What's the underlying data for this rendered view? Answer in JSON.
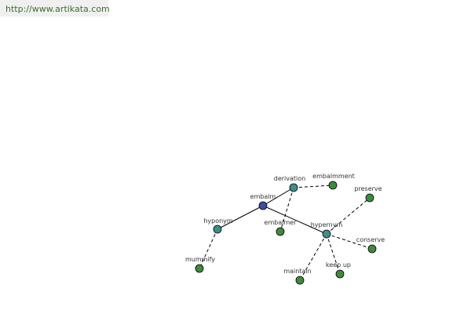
{
  "header": {
    "url": "http://www.artikata.com"
  },
  "colors": {
    "center": "#3a4fa0",
    "relation": "#3e8f8a",
    "word": "#3f8a3f",
    "url": "#3f6e2a"
  },
  "graph": {
    "center": "embalm",
    "relations": [
      "derivation",
      "hyponym",
      "hypernym"
    ],
    "words": [
      "embalmment",
      "embalmer",
      "mummify",
      "preserve",
      "conserve",
      "keep up",
      "maintain"
    ],
    "edges": [
      {
        "from": "embalm",
        "to": "derivation",
        "style": "solid"
      },
      {
        "from": "embalm",
        "to": "hyponym",
        "style": "solid"
      },
      {
        "from": "embalm",
        "to": "hypernym",
        "style": "solid"
      },
      {
        "from": "derivation",
        "to": "embalmment",
        "style": "dashed"
      },
      {
        "from": "derivation",
        "to": "embalmer",
        "style": "dashed"
      },
      {
        "from": "hyponym",
        "to": "mummify",
        "style": "dashed"
      },
      {
        "from": "hypernym",
        "to": "preserve",
        "style": "dashed"
      },
      {
        "from": "hypernym",
        "to": "conserve",
        "style": "dashed"
      },
      {
        "from": "hypernym",
        "to": "keep up",
        "style": "dashed"
      },
      {
        "from": "hypernym",
        "to": "maintain",
        "style": "dashed"
      }
    ]
  }
}
